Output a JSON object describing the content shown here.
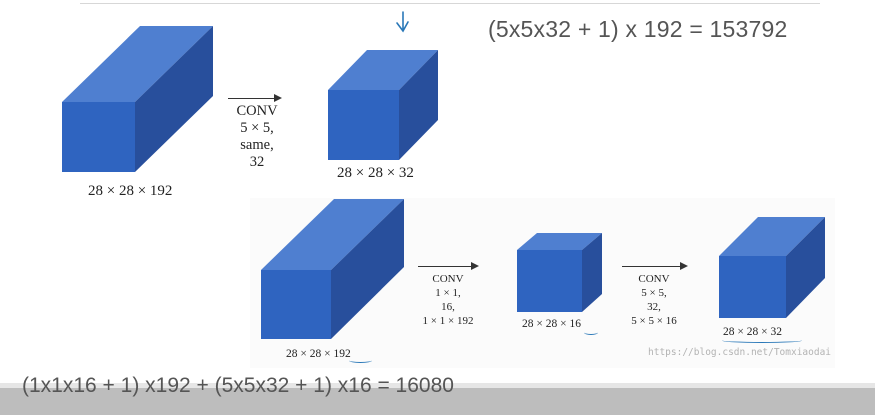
{
  "formulas": {
    "top": "(5x5x32 + 1) x 192 = 153792",
    "bottom": "(1x1x16 + 1) x192 + (5x5x32 + 1) x16 = 16080"
  },
  "top_diagram": {
    "input_label": "28 × 28 × 192",
    "conv": [
      "CONV",
      "5 × 5,",
      "same,",
      "32"
    ],
    "output_label": "28 × 28 × 32"
  },
  "bottom_diagram": {
    "input_label": "28 × 28 × 192",
    "conv1": [
      "CONV",
      "1 × 1,",
      "16,",
      "1 × 1 × 192"
    ],
    "middle_label": "28 × 28 × 16",
    "conv2": [
      "CONV",
      "5 × 5,",
      "32,",
      "5 × 5 × 16"
    ],
    "output_label": "28 × 28 × 32"
  },
  "watermark": "https://blog.csdn.net/Tomxiaodai",
  "colors": {
    "cube_front": "#2f64c0",
    "cube_top": "#4f7fd0",
    "cube_side": "#284f9c",
    "annotation": "#2a78b8",
    "formula_text": "#555555"
  }
}
